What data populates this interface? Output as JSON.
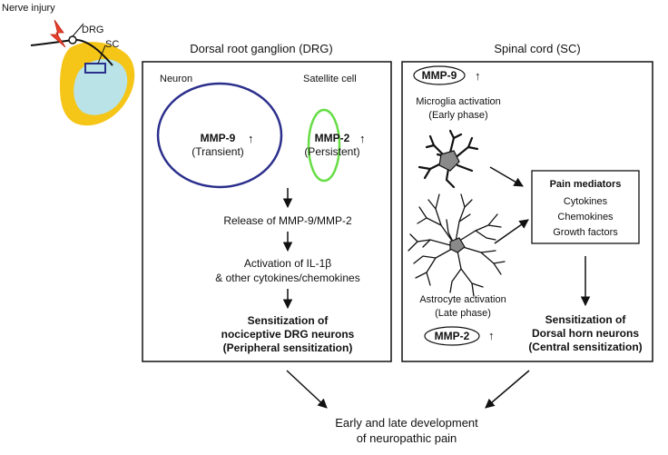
{
  "inset": {
    "nerve_injury": "Nerve injury",
    "drg": "DRG",
    "sc": "SC"
  },
  "drg_panel": {
    "title": "Dorsal root ganglion (DRG)",
    "neuron_label": "Neuron",
    "satellite_label": "Satellite cell",
    "mmp9": "MMP-9",
    "mmp9_note": "(Transient)",
    "mmp2": "MMP-2",
    "mmp2_note": "(Persistent)",
    "step_release": "Release of MMP-9/MMP-2",
    "step_activation_1": "Activation of IL-1β",
    "step_activation_2": "& other cytokines/chemokines",
    "outcome_1": "Sensitization of",
    "outcome_2": "nociceptive DRG neurons",
    "outcome_3": "(Peripheral sensitization)"
  },
  "sc_panel": {
    "title": "Spinal cord (SC)",
    "mmp9": "MMP-9",
    "microglia_1": "Microglia activation",
    "microglia_2": "(Early phase)",
    "mediators_title": "Pain mediators",
    "mediators": [
      "Cytokines",
      "Chemokines",
      "Growth factors"
    ],
    "astrocyte_1": "Astrocyte activation",
    "astrocyte_2": "(Late phase)",
    "mmp2": "MMP-2",
    "outcome_1": "Sensitization of",
    "outcome_2": "Dorsal horn neurons",
    "outcome_3": "(Central sensitization)"
  },
  "bottom": {
    "line1": "Early and late development",
    "line2": "of neuropathic pain"
  },
  "up_arrow": "↑",
  "colors": {
    "neuron_outline": "#2b2f8c",
    "satellite_outline": "#66dd44",
    "cord_grey": "#f5c518",
    "cord_white": "#b9e3e6",
    "lightning": "#e8402a",
    "cell_body": "#8a8a8a"
  }
}
